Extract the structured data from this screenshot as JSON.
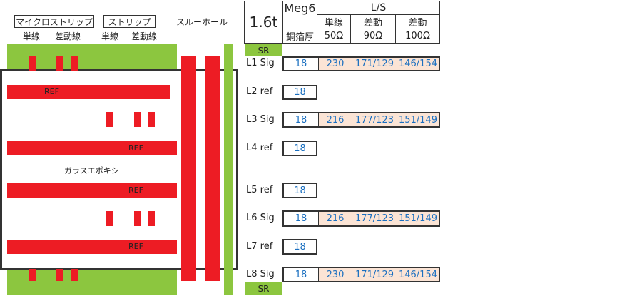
{
  "headers": {
    "microstrip": "マイクロストリップ",
    "stripline": "ストリップ",
    "single_1": "単線",
    "diff_1": "差動線",
    "single_2": "単線",
    "diff_2": "差動線",
    "through_hole": "スルーホール"
  },
  "core_label": "ガラスエポキシ",
  "ref_label": "REF",
  "spec_table": {
    "thickness": "1.6t",
    "material": "Meg6",
    "ls": "L/S",
    "copper": "銅箔厚",
    "col_single": "単線",
    "col_diff_1": "差動",
    "col_diff_2": "差動",
    "imp_1": "50Ω",
    "imp_2": "90Ω",
    "imp_3": "100Ω"
  },
  "sr_label": "SR",
  "layers": [
    {
      "name": "L1 Sig",
      "copper": "18",
      "single": "230",
      "diff90": "171/129",
      "diff100": "146/154"
    },
    {
      "name": "L2 ref",
      "copper": "18"
    },
    {
      "name": "L3 Sig",
      "copper": "18",
      "single": "216",
      "diff90": "177/123",
      "diff100": "151/149"
    },
    {
      "name": "L4 ref",
      "copper": "18"
    },
    {
      "name": "L5 ref",
      "copper": "18"
    },
    {
      "name": "L6 Sig",
      "copper": "18",
      "single": "216",
      "diff90": "177/123",
      "diff100": "151/149"
    },
    {
      "name": "L7 ref",
      "copper": "18"
    },
    {
      "name": "L8 Sig",
      "copper": "18",
      "single": "230",
      "diff90": "171/129",
      "diff100": "146/154"
    }
  ],
  "colors": {
    "solder_resist": "#8cc63f",
    "copper": "#ed1c24",
    "highlight": "#fbe4d5",
    "value_text": "#1a6fc0"
  }
}
